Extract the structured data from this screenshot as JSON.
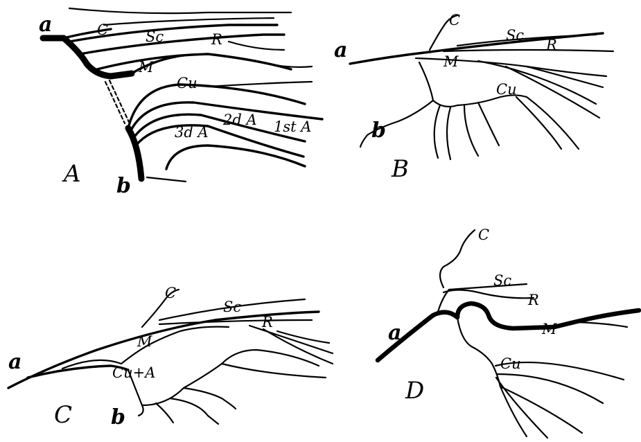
{
  "panels": {
    "A": {
      "panel_label": "A",
      "a": "a",
      "b": "b",
      "C": "C",
      "Sc": "Sc",
      "R": "R",
      "M": "M",
      "Cu": "Cu",
      "second_A": "2d A",
      "first_A": "1st A",
      "third_A": "3d A"
    },
    "B": {
      "panel_label": "B",
      "a": "a",
      "b": "b",
      "C": "C",
      "Sc": "Sc",
      "R": "R",
      "M": "M",
      "Cu": "Cu"
    },
    "C": {
      "panel_label": "C",
      "a": "a",
      "b": "b",
      "C": "C",
      "Sc": "Sc",
      "R": "R",
      "M": "M",
      "CuA": "Cu+A"
    },
    "D": {
      "panel_label": "D",
      "a": "a",
      "C": "C",
      "Sc": "Sc",
      "R": "R",
      "M": "M",
      "Cu": "Cu"
    }
  }
}
